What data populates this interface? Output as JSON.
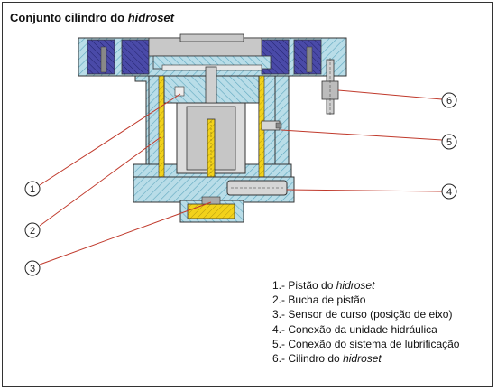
{
  "title": {
    "prefix": "Conjunto cilindro do ",
    "emph": "hidroset"
  },
  "callouts": [
    "1",
    "2",
    "3",
    "4",
    "5",
    "6"
  ],
  "legend": [
    {
      "num": "1.-",
      "text": "Pistão do ",
      "emph": "hidroset"
    },
    {
      "num": "2.-",
      "text": "Bucha de pistão",
      "emph": ""
    },
    {
      "num": "3.-",
      "text": "Sensor de curso (posição de eixo)",
      "emph": ""
    },
    {
      "num": "4.-",
      "text": "Conexão da unidade hidráulica",
      "emph": ""
    },
    {
      "num": "5.-",
      "text": "Conexão do sistema de lubrificação",
      "emph": ""
    },
    {
      "num": "6.-",
      "text": "Cilindro do ",
      "emph": "hidroset"
    }
  ],
  "colors": {
    "steel_hatch": "#8fc8d8",
    "steel_bg": "#b9dde8",
    "gray_part": "#c8c8c8",
    "yellow": "#f2d21a",
    "blue_seal": "#3c3c9c",
    "leader": "#c0392b"
  }
}
